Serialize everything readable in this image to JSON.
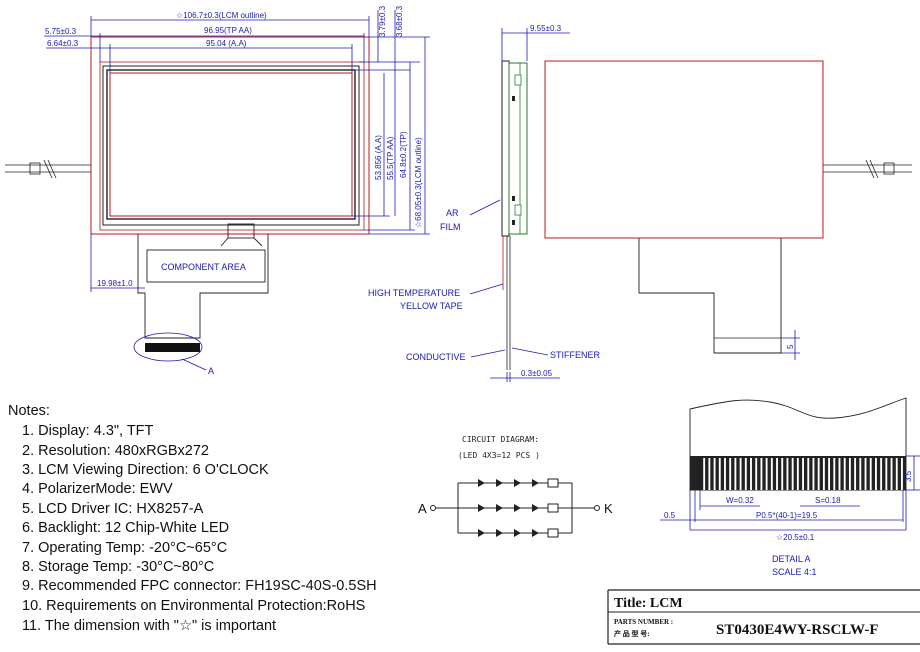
{
  "dimensions": {
    "lcm_outline_width": "☆106.7±0.3(LCM outline)",
    "tp_aa_width": "96.95(TP AA)",
    "aa_width": "95.04 (A.A)",
    "left_575": "5.75±0.3",
    "left_664": "6.64±0.3",
    "top_379": "3.79±0.3",
    "top_368": "3.68±0.3",
    "aa_height": "53.856 (A.A)",
    "tp_aa_height": "55.5(TP AA)",
    "tp_height": "64.8±0.2(TP)",
    "lcm_height": "☆68.05±0.3(LCM outline)",
    "fpc_offset": "19.98±1.0",
    "thickness": "9.55±0.3",
    "stiffener_thickness": "0.3±0.05",
    "back_dim": "5",
    "pin_height": "3.5",
    "pin_width": "W=0.32",
    "pin_space": "S=0.18",
    "pitch": "P0.5*(40-1)=19.5",
    "fpc_width": "☆20.5±0.1",
    "left_05": "0.5"
  },
  "labels": {
    "component_area": "COMPONENT AREA",
    "callout_a": "A",
    "ar": "AR",
    "film": "FILM",
    "high_temp_1": "HIGH TEMPERATURE",
    "high_temp_2": "YELLOW TAPE",
    "conductive": "CONDUCTIVE",
    "stiffener": "STIFFENER",
    "detail": "DETAIL A",
    "scale": "SCALE 4:1"
  },
  "circuit": {
    "title": "CIRCUIT DIAGRAM:",
    "subtitle": "(LED 4X3=12 PCS )",
    "anode": "A",
    "cathode": "K"
  },
  "notes": {
    "heading": "Notes:",
    "items": [
      "1. Display: 4.3\", TFT",
      "2. Resolution: 480xRGBx272",
      "3. LCM Viewing Direction: 6 O'CLOCK",
      "4. PolarizerMode: EWV",
      "5. LCD Driver IC: HX8257-A",
      "6. Backlight: 12 Chip-White LED",
      "7. Operating Temp: -20°C~65°C",
      "8. Storage Temp: -30°C~80°C",
      "9. Recommended FPC connector: FH19SC-40S-0.5SH",
      "10. Requirements on Environmental Protection:RoHS",
      "11. The dimension with \"☆\" is important"
    ]
  },
  "title_block": {
    "title": "Title: LCM",
    "parts_label_en": "PARTS NUMBER :",
    "parts_label_cn": "产 品 型 号:",
    "part_number": "ST0430E4WY-RSCLW-F"
  }
}
